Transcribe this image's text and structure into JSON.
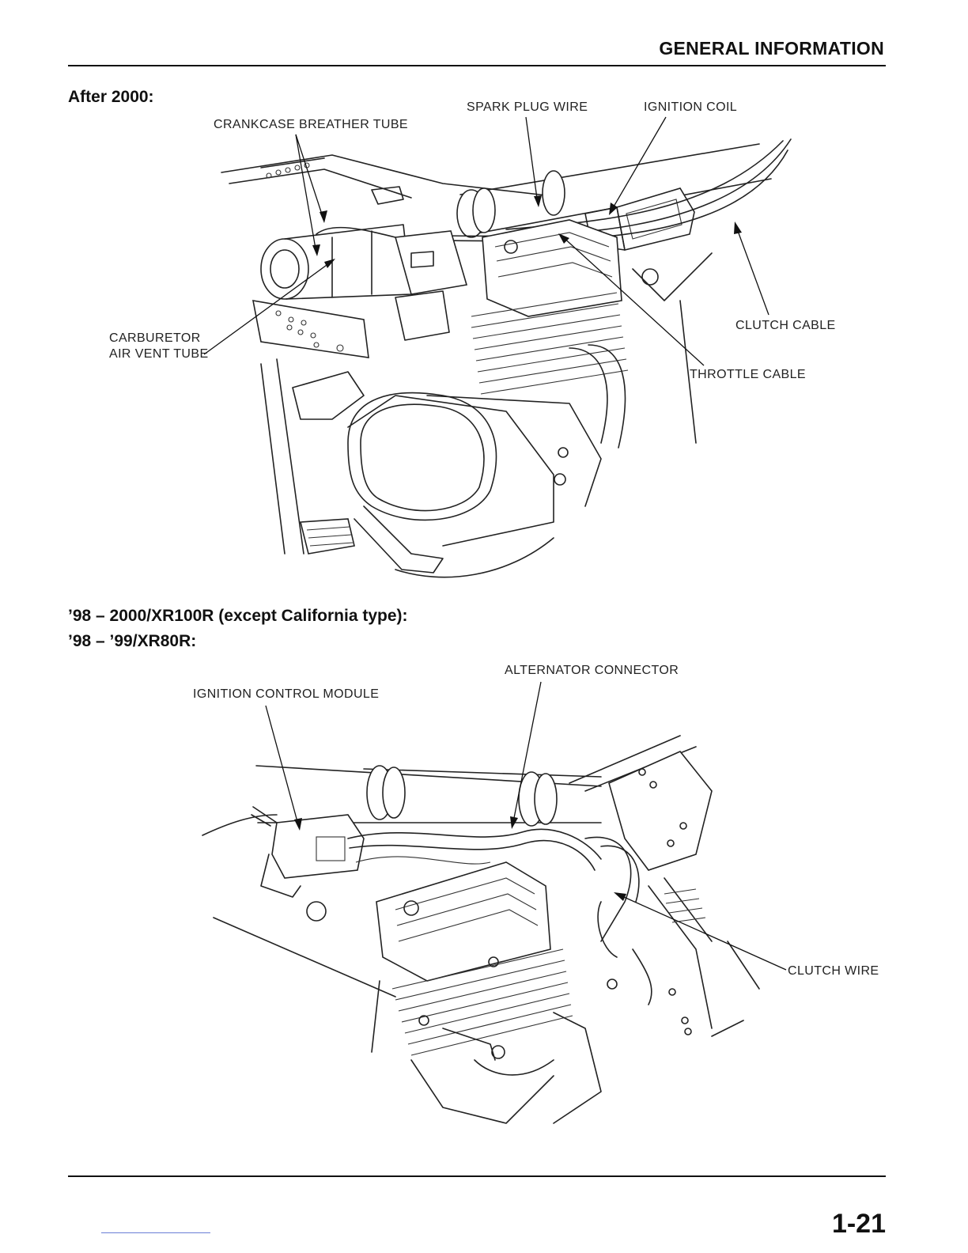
{
  "header": {
    "title": "GENERAL INFORMATION"
  },
  "section1": {
    "heading": "After 2000:",
    "labels": {
      "crankcase_breather_tube": "CRANKCASE BREATHER TUBE",
      "spark_plug_wire": "SPARK PLUG WIRE",
      "ignition_coil": "IGNITION COIL",
      "carburetor_air_vent_tube_line1": "CARBURETOR",
      "carburetor_air_vent_tube_line2": "AIR VENT TUBE",
      "clutch_cable": "CLUTCH CABLE",
      "throttle_cable": "THROTTLE CABLE"
    }
  },
  "section2": {
    "heading_line1": "’98 – 2000/XR100R (except California type):",
    "heading_line2": "’98 – ’99/XR80R:",
    "labels": {
      "alternator_connector": "ALTERNATOR CONNECTOR",
      "ignition_control_module": "IGNITION CONTROL MODULE",
      "clutch_wire": "CLUTCH WIRE"
    }
  },
  "footer": {
    "page_number": "1-21"
  }
}
